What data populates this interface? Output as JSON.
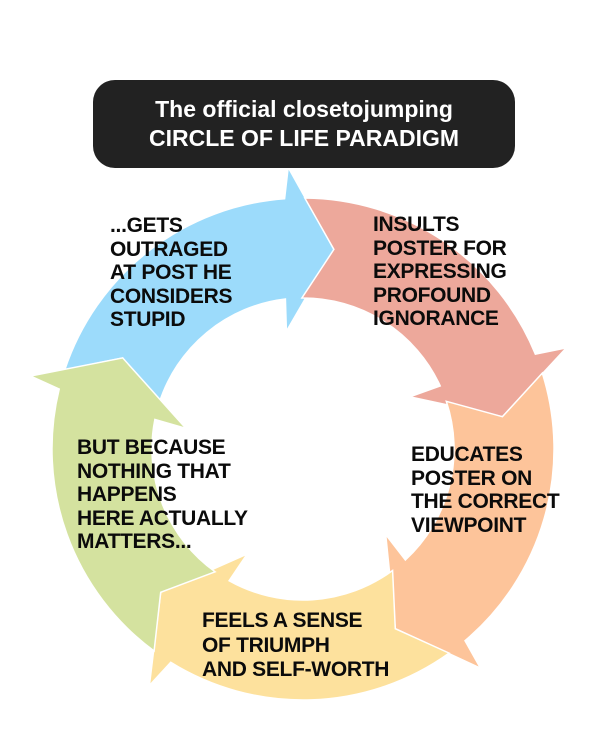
{
  "title": {
    "line1": "The official closetojumping",
    "line2": "CIRCLE OF LIFE PARADIGM",
    "background": "#222222",
    "text_color": "#ffffff"
  },
  "steps": [
    {
      "color": "#9cdbfb",
      "lines": [
        "...GETS",
        "OUTRAGED",
        "AT POST HE",
        "CONSIDERS",
        "STUPID"
      ]
    },
    {
      "color": "#eda89b",
      "lines": [
        "INSULTS",
        "POSTER FOR",
        "EXPRESSING",
        "PROFOUND",
        "IGNORANCE"
      ]
    },
    {
      "color": "#fdc49a",
      "lines": [
        "EDUCATES",
        "POSTER ON",
        "THE CORRECT",
        "VIEWPOINT"
      ]
    },
    {
      "color": "#fde19d",
      "lines": [
        "FEELS A SENSE",
        "OF TRIUMPH",
        "AND SELF-WORTH"
      ]
    },
    {
      "color": "#d4e29f",
      "lines": [
        "BUT BECAUSE",
        "NOTHING THAT",
        "HAPPENS",
        "HERE ACTUALLY",
        "MATTERS..."
      ]
    }
  ]
}
